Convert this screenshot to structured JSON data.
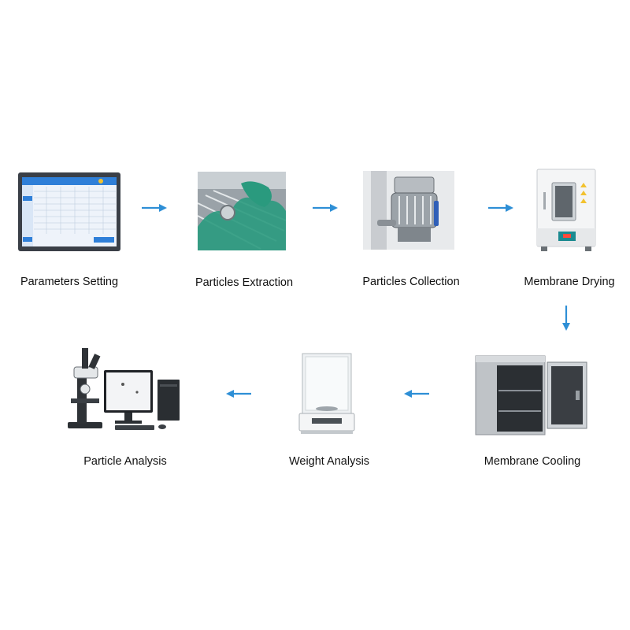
{
  "steps": [
    {
      "label": "Parameters Setting"
    },
    {
      "label": "Particles Extraction"
    },
    {
      "label": "Particles Collection"
    },
    {
      "label": "Membrane Drying"
    },
    {
      "label": "Membrane Cooling"
    },
    {
      "label": "Weight Analysis"
    },
    {
      "label": "Particle Analysis"
    }
  ],
  "colors": {
    "arrow": "#2e8fd6",
    "screen_blue": "#2f7fd8",
    "green_cloth": "#2a9a7e",
    "panel_teal": "#1b8a90"
  }
}
